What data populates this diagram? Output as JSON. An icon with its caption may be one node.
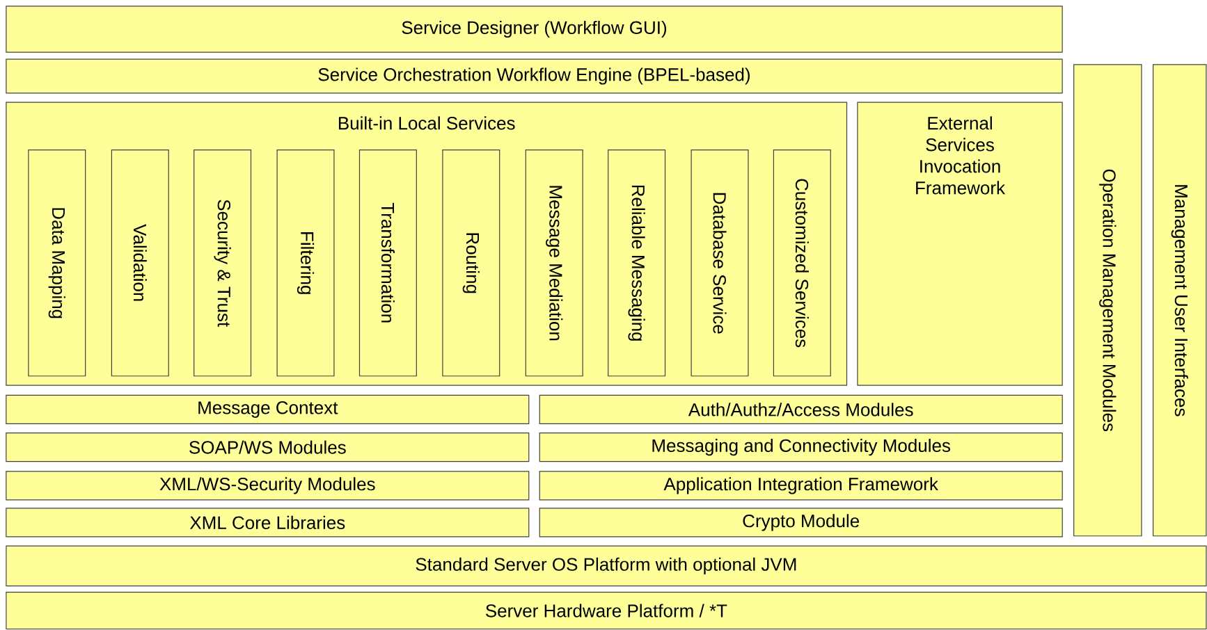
{
  "diagram": {
    "nodes": [
      {
        "text": [
          "Service Designer (Workflow GUI)"
        ]
      },
      {
        "text": [
          "Service Orchestration Workflow Engine (BPEL-based)"
        ]
      },
      {
        "text": [
          "Built-in Local Services"
        ]
      },
      {
        "text": [
          "Data Mapping"
        ],
        "in": 2
      },
      {
        "text": [
          "Validation"
        ],
        "in": 2
      },
      {
        "text": [
          "Security & Trust"
        ],
        "in": 2
      },
      {
        "text": [
          "Filtering"
        ],
        "in": 2
      },
      {
        "text": [
          "Transformation"
        ],
        "in": 2
      },
      {
        "text": [
          "Routing"
        ],
        "in": 2
      },
      {
        "text": [
          "Message Mediation"
        ],
        "in": 2
      },
      {
        "text": [
          "Reliable Messaging"
        ],
        "in": 2
      },
      {
        "text": [
          "Database Service"
        ],
        "in": 2
      },
      {
        "text": [
          "Customized Services"
        ],
        "in": 2
      },
      {
        "text": [
          "External Services Invocation Framework"
        ]
      },
      {
        "text": [
          "Operation Management Modules"
        ]
      },
      {
        "text": [
          "Management User Interfaces"
        ]
      },
      {
        "text": [
          "Message Context"
        ]
      },
      {
        "text": [
          "Auth/Authz/Access Modules"
        ]
      },
      {
        "text": [
          "SOAP/WS Modules"
        ]
      },
      {
        "text": [
          "Messaging and Connectivity Modules"
        ]
      },
      {
        "text": [
          "XML/WS-Security Modules"
        ]
      },
      {
        "text": [
          "Application Integration Framework"
        ]
      },
      {
        "text": [
          "XML Core Libraries"
        ]
      },
      {
        "text": [
          "Crypto Module"
        ]
      },
      {
        "text": [
          "Standard Server OS Platform with optional JVM"
        ]
      },
      {
        "text": [
          "Server Hardware Platform / *T"
        ]
      }
    ]
  }
}
